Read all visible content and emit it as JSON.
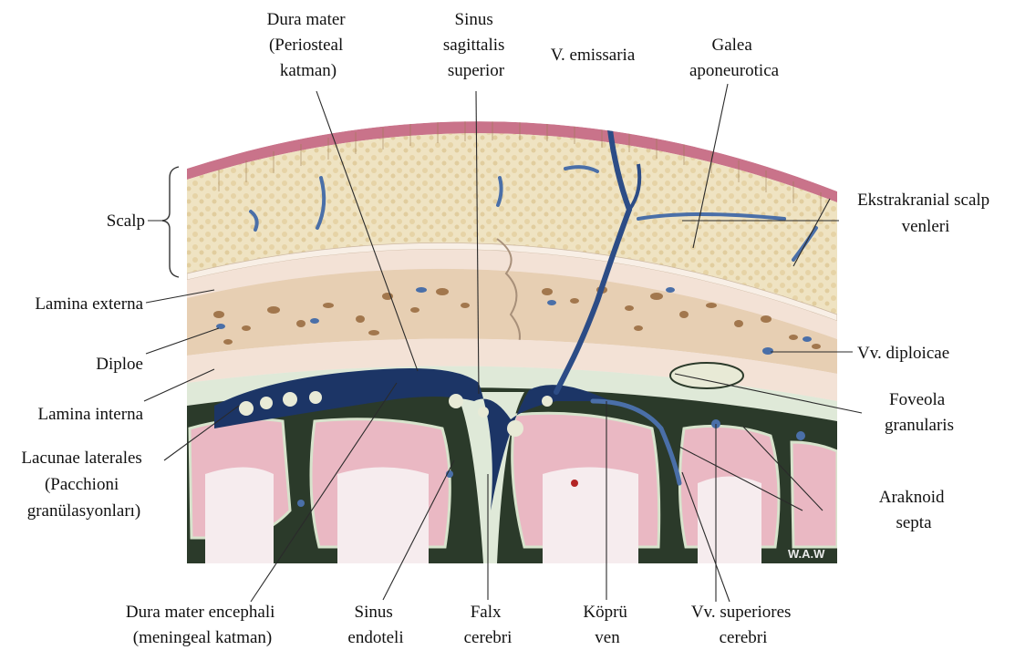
{
  "labels": {
    "dura_mater_periosteal": [
      "Dura mater",
      "(Periosteal",
      "katman)"
    ],
    "sinus_sagittalis_superior": [
      "Sinus",
      "sagittalis",
      "superior"
    ],
    "v_emissaria": [
      "V. emissaria"
    ],
    "galea_aponeurotica": [
      "Galea",
      "aponeurotica"
    ],
    "scalp": [
      "Scalp"
    ],
    "ekstrakranial_scalp_venleri": [
      "Ekstrakranial scalp",
      "venleri"
    ],
    "lamina_externa": [
      "Lamina externa"
    ],
    "diploe": [
      "Diploe"
    ],
    "vv_diploicae": [
      "Vv. diploicae"
    ],
    "lamina_interna": [
      "Lamina interna"
    ],
    "foveola_granularis": [
      "Foveola",
      "granularis"
    ],
    "lacunae_laterales": [
      "Lacunae laterales",
      "(Pacchioni",
      "granülasyonları)"
    ],
    "araknoid_septa": [
      "Araknoid",
      "septa"
    ],
    "dura_mater_encephali": [
      "Dura mater encephali",
      "(meningeal katman)"
    ],
    "sinus_endoteli": [
      "Sinus",
      "endoteli"
    ],
    "falx_cerebri": [
      "Falx",
      "cerebri"
    ],
    "kopru_ven": [
      "Köprü",
      "ven"
    ],
    "vv_superiores_cerebri": [
      "Vv. superiores",
      "cerebri"
    ]
  },
  "watermark": "W.A.W",
  "colors": {
    "skin": "#c9738a",
    "scalp_tissue": "#efe3c2",
    "bone_table": "#f3e2d6",
    "diploe_bone": "#e7cfb3",
    "diploe_spaces": "#8b5a2b",
    "dura": "#dfe9d8",
    "venous_sinus": "#1c3566",
    "vein": "#4a6fa8",
    "subarachnoid": "#2b3a2a",
    "cortex": "#eab8c3",
    "white_matter": "#f6ecee"
  }
}
